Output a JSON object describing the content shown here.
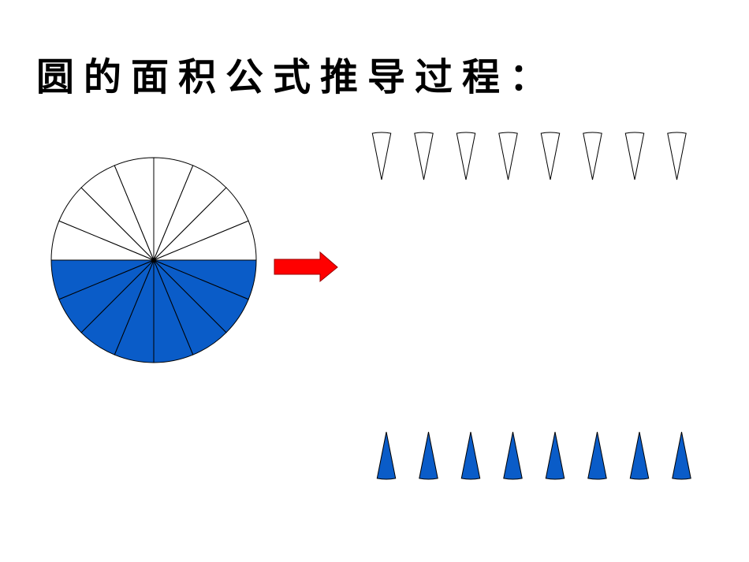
{
  "title": "圆的面积公式推导过程：",
  "colors": {
    "blue": "#0a5cc8",
    "white": "#ffffff",
    "stroke": "#000000",
    "arrow": "#ff0000"
  },
  "circle": {
    "sectors": 16,
    "top_half_fill": "white",
    "bottom_half_fill": "blue"
  },
  "arrow": {
    "direction": "right",
    "icon": "red-right-arrow"
  },
  "top_row": {
    "sectors": 8,
    "fill": "white",
    "orientation": "point-down"
  },
  "bottom_row": {
    "sectors": 8,
    "fill": "blue",
    "orientation": "point-up"
  }
}
